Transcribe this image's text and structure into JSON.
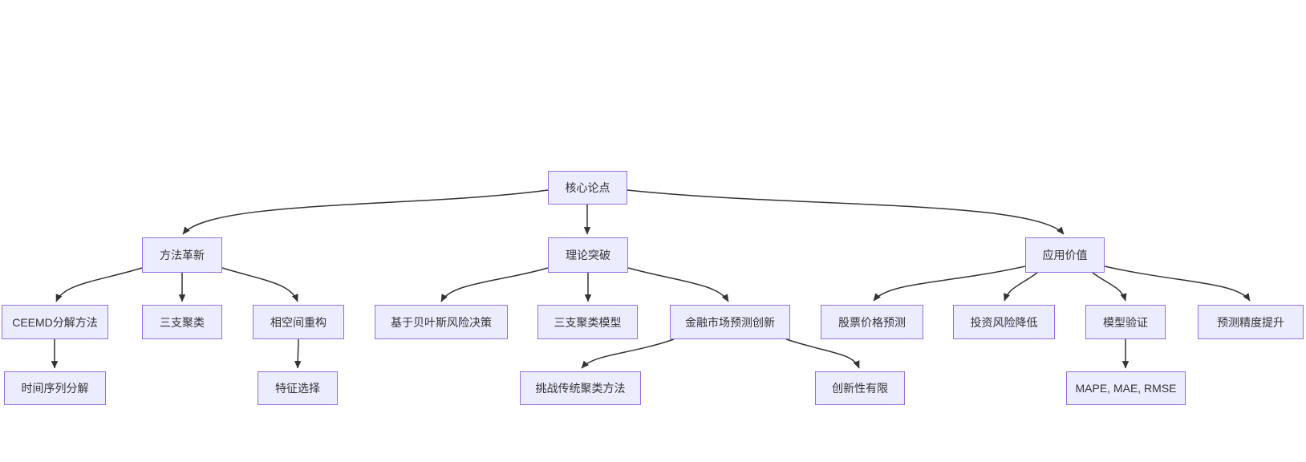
{
  "diagram": {
    "type": "flowchart",
    "direction": "top-down",
    "nodes": [
      {
        "id": "root",
        "label": "核心论点"
      },
      {
        "id": "method",
        "label": "方法革新"
      },
      {
        "id": "theory",
        "label": "理论突破"
      },
      {
        "id": "application",
        "label": "应用价值"
      },
      {
        "id": "ceemd",
        "label": "CEEMD分解方法"
      },
      {
        "id": "threeway",
        "label": "三支聚类"
      },
      {
        "id": "phase",
        "label": "相空间重构"
      },
      {
        "id": "bayes",
        "label": "基于贝叶斯风险决策"
      },
      {
        "id": "threewaymodel",
        "label": "三支聚类模型"
      },
      {
        "id": "finance",
        "label": "金融市场预测创新"
      },
      {
        "id": "stock",
        "label": "股票价格预测"
      },
      {
        "id": "risk",
        "label": "投资风险降低"
      },
      {
        "id": "validation",
        "label": "模型验证"
      },
      {
        "id": "accuracy",
        "label": "预测精度提升"
      },
      {
        "id": "timeseries",
        "label": "时间序列分解"
      },
      {
        "id": "feature",
        "label": "特征选择"
      },
      {
        "id": "challenge",
        "label": "挑战传统聚类方法"
      },
      {
        "id": "limited",
        "label": "创新性有限"
      },
      {
        "id": "mape",
        "label": "MAPE, MAE, RMSE"
      }
    ],
    "edges": [
      {
        "from": "root",
        "to": "method"
      },
      {
        "from": "root",
        "to": "theory"
      },
      {
        "from": "root",
        "to": "application"
      },
      {
        "from": "method",
        "to": "ceemd"
      },
      {
        "from": "method",
        "to": "threeway"
      },
      {
        "from": "method",
        "to": "phase"
      },
      {
        "from": "theory",
        "to": "bayes"
      },
      {
        "from": "theory",
        "to": "threewaymodel"
      },
      {
        "from": "theory",
        "to": "finance"
      },
      {
        "from": "application",
        "to": "stock"
      },
      {
        "from": "application",
        "to": "risk"
      },
      {
        "from": "application",
        "to": "validation"
      },
      {
        "from": "application",
        "to": "accuracy"
      },
      {
        "from": "ceemd",
        "to": "timeseries"
      },
      {
        "from": "phase",
        "to": "feature"
      },
      {
        "from": "finance",
        "to": "challenge"
      },
      {
        "from": "finance",
        "to": "limited"
      },
      {
        "from": "validation",
        "to": "mape"
      }
    ],
    "colors": {
      "background": "#ffffff",
      "node_fill": "#ECECFF",
      "node_border": "#9370DB",
      "edge": "#333333",
      "text": "#333333"
    }
  }
}
